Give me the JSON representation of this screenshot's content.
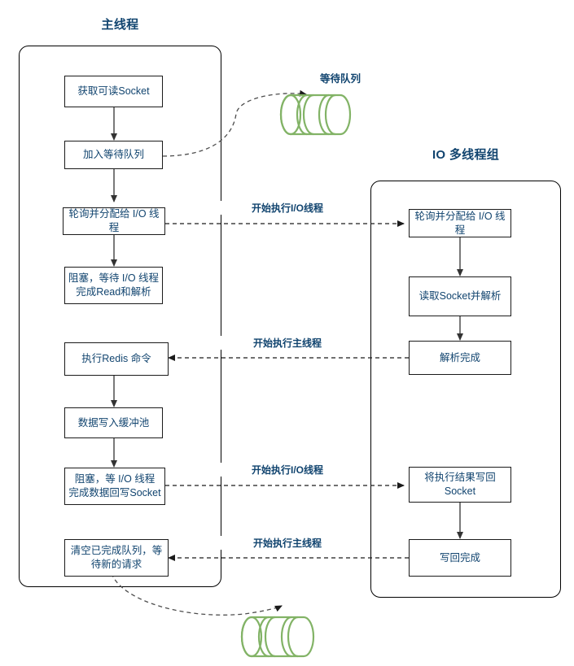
{
  "diagram": {
    "title_main_thread": "主线程",
    "title_io_group": "IO 多线程组",
    "queue_label": "等待队列"
  },
  "main_thread": {
    "nodes": [
      {
        "id": "get-socket",
        "label": "获取可读Socket"
      },
      {
        "id": "join-queue",
        "label": "加入等待队列"
      },
      {
        "id": "poll-assign",
        "label": "轮询并分配给 I/O 线程"
      },
      {
        "id": "block-read",
        "label": "阻塞，等待 I/O 线程\n完成Read和解析"
      },
      {
        "id": "exec-redis",
        "label": "执行Redis 命令"
      },
      {
        "id": "write-buffer",
        "label": "数据写入缓冲池"
      },
      {
        "id": "block-write",
        "label": "阻塞，等 I/O 线程\n完成数据回写Socket"
      },
      {
        "id": "clear-queue",
        "label": "清空已完成队列，等\n待新的请求"
      }
    ]
  },
  "io_group": {
    "nodes": [
      {
        "id": "io-poll-assign",
        "label": "轮询并分配给 I/O 线程"
      },
      {
        "id": "io-read-parse",
        "label": "读取Socket并解析"
      },
      {
        "id": "io-parse-done",
        "label": "解析完成"
      },
      {
        "id": "io-write-back",
        "label": "将执行结果写回\nSocket"
      },
      {
        "id": "io-write-done",
        "label": "写回完成"
      }
    ]
  },
  "edges": [
    {
      "id": "edge-start-io-1",
      "label": "开始执行I/O线程"
    },
    {
      "id": "edge-start-main-1",
      "label": "开始执行主线程"
    },
    {
      "id": "edge-start-io-2",
      "label": "开始执行I/O线程"
    },
    {
      "id": "edge-start-main-2",
      "label": "开始执行主线程"
    }
  ],
  "colors": {
    "text_blue": "#11446f",
    "node_border": "#1b1b1b",
    "container_border": "#000000",
    "queue_green": "#82b366",
    "edge_dashed": "#4d4d4d",
    "edge_solid": "#333333"
  }
}
